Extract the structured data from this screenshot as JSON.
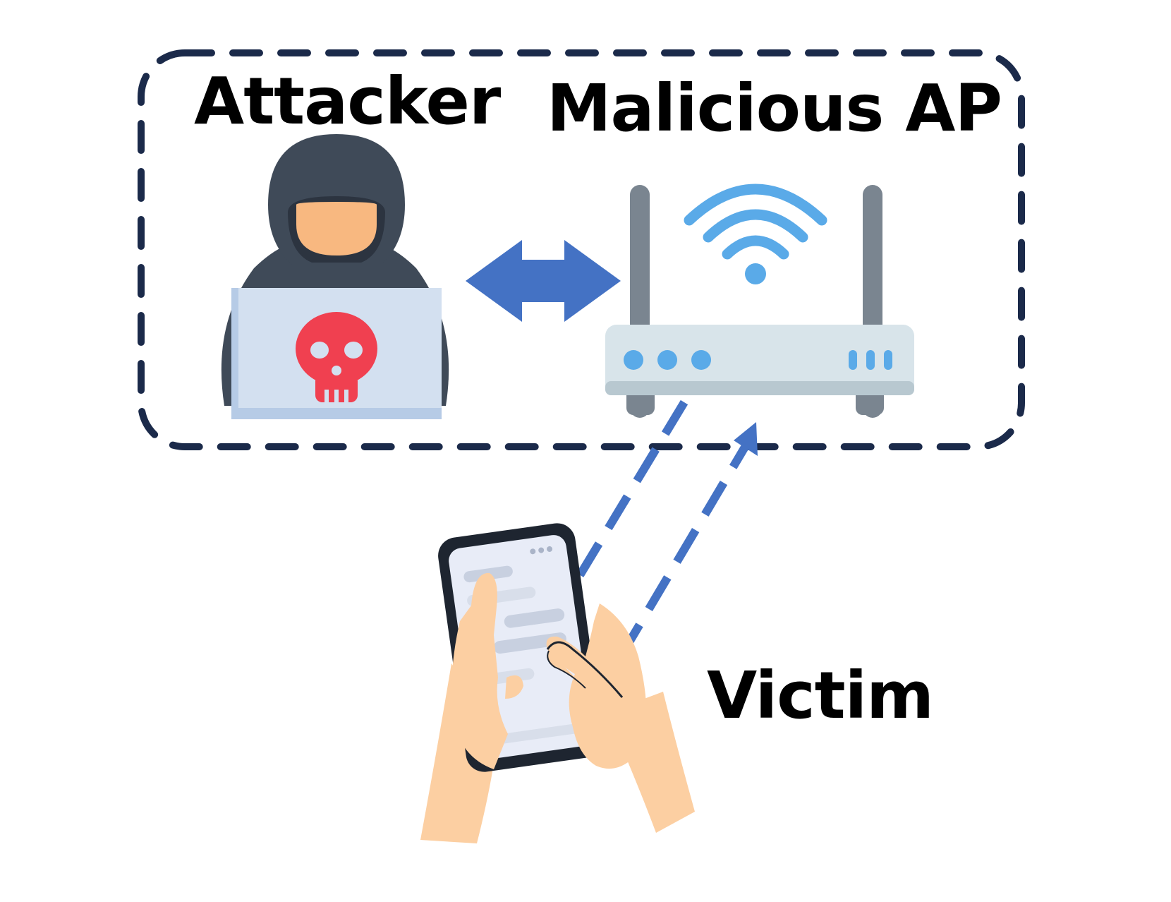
{
  "labels": {
    "attacker": "Attacker",
    "malicious_ap": "Malicious AP",
    "victim": "Victim"
  },
  "colors": {
    "boundary": "#1b2a4a",
    "arrow": "#4472c4",
    "hood": "#3f4a58",
    "hood_dark": "#2c3440",
    "skin": "#f8b880",
    "laptop": "#d3e0f0",
    "laptop_edge": "#b6cbe6",
    "skull": "#f04050",
    "router_body": "#d8e4ea",
    "router_base": "#b8c8d0",
    "antenna": "#7a8590",
    "router_led": "#5aaae8",
    "wifi": "#5aaae8",
    "hand_skin": "#fccfa2",
    "phone_frame": "#1e2530",
    "phone_screen": "#e8ecf7",
    "chat_bubble": "#c8d0e0"
  },
  "icons": {
    "attacker": "hooded-hacker-icon",
    "laptop": "laptop-icon",
    "skull": "skull-icon",
    "router": "wifi-router-icon",
    "wifi": "wifi-signal-icon",
    "phone": "smartphone-in-hands-icon"
  }
}
